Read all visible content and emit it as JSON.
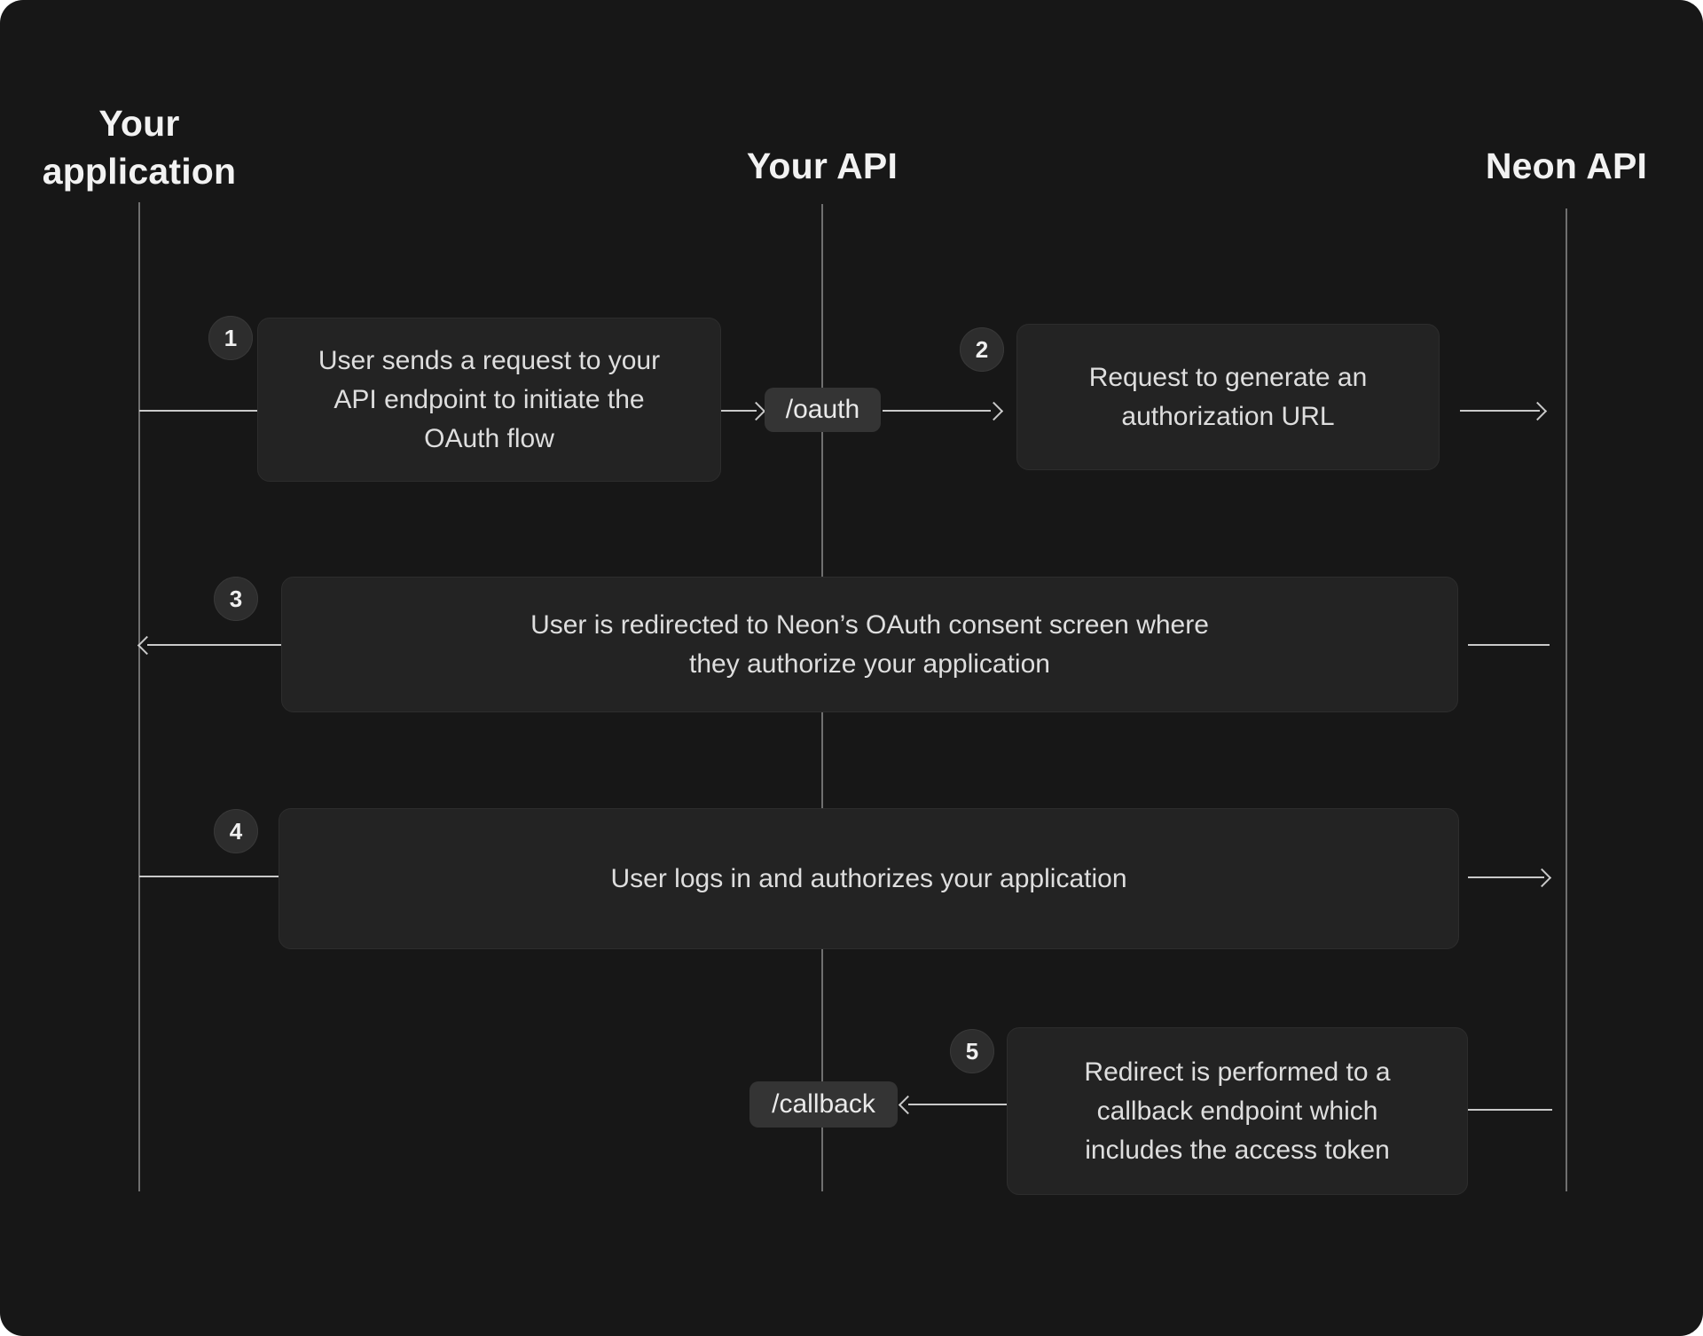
{
  "diagram": {
    "title_semantic": "Neon OAuth flow sequence diagram",
    "colors": {
      "page_background": "#ffffff",
      "panel_background": "#171717",
      "box_background": "#232323",
      "chip_background": "#343434",
      "badge_background": "#2d2d2d",
      "connector_line": "#c9c9c9",
      "lifeline": "#6f6f6f",
      "heading_text": "#f2f2f2",
      "body_text": "#dedede"
    },
    "actors": [
      {
        "id": "your-application",
        "label": "Your application"
      },
      {
        "id": "your-api",
        "label": "Your API"
      },
      {
        "id": "neon-api",
        "label": "Neon API"
      }
    ],
    "endpoints": [
      {
        "id": "oauth",
        "label": "/oauth"
      },
      {
        "id": "callback",
        "label": "/callback"
      }
    ],
    "steps": [
      {
        "number": "1",
        "lines": [
          "User sends a request to your",
          "API endpoint to initiate the",
          "OAuth flow"
        ]
      },
      {
        "number": "2",
        "lines": [
          "Request to generate an",
          "authorization URL"
        ]
      },
      {
        "number": "3",
        "lines": [
          "User is redirected to Neon’s OAuth consent screen where",
          "they authorize your application"
        ]
      },
      {
        "number": "4",
        "lines": [
          "User logs in and authorizes your application"
        ]
      },
      {
        "number": "5",
        "lines": [
          "Redirect is performed to a",
          "callback endpoint which",
          "includes the access token"
        ]
      }
    ]
  }
}
